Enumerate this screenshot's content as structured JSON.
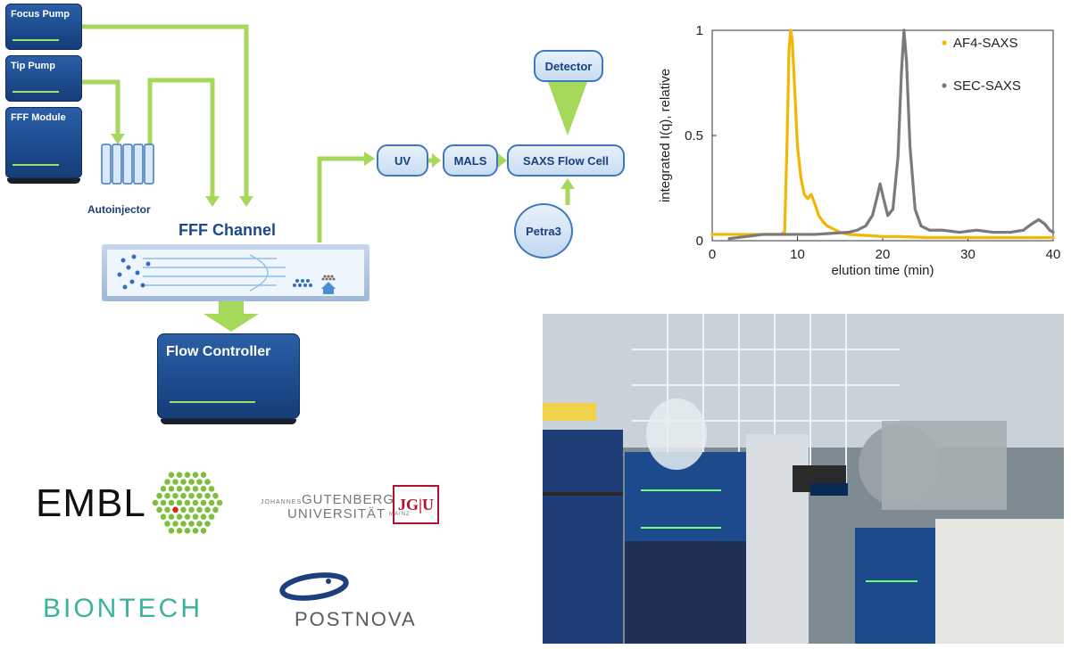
{
  "schematic": {
    "focus_pump": "Focus Pump",
    "tip_pump": "Tip Pump",
    "fff_module": "FFF Module",
    "autoinjector": "Autoinjector",
    "fff_channel": "FFF Channel",
    "flow_controller": "Flow Controller",
    "uv": "UV",
    "mals": "MALS",
    "saxs_flow_cell": "SAXS Flow Cell",
    "detector": "Detector",
    "petra3": "Petra3"
  },
  "colors": {
    "module_blue": "#1c4a8c",
    "arrow_green": "#9bd34a",
    "af4_series": "#f2b705",
    "sec_series": "#7a7a7a"
  },
  "logos": {
    "embl": "EMBL",
    "gutenberg_prefix": "JOHANNES",
    "gutenberg_line1": "GUTENBERG",
    "gutenberg_line2": "UNIVERSITÄT",
    "gutenberg_suffix": "MAINZ",
    "jgu_badge": "JG|U",
    "biontech": "BIONTECH",
    "postnova": "POSTNOVA"
  },
  "chart_data": {
    "type": "scatter",
    "title": "",
    "xlabel": "elution time (min)",
    "ylabel": "integrated I(q), relative",
    "xlim": [
      0,
      40
    ],
    "ylim": [
      0,
      1
    ],
    "x_ticks": [
      "0",
      "10",
      "20",
      "30",
      "40"
    ],
    "y_ticks": [
      "0",
      "0.5",
      "1"
    ],
    "legend_position": "top-right",
    "grid": false,
    "series": [
      {
        "name": "AF4-SAXS",
        "points": [
          [
            0,
            0.03
          ],
          [
            2,
            0.03
          ],
          [
            4,
            0.03
          ],
          [
            6,
            0.03
          ],
          [
            7,
            0.03
          ],
          [
            8,
            0.03
          ],
          [
            8.5,
            0.04
          ],
          [
            8.8,
            0.5
          ],
          [
            9.0,
            0.9
          ],
          [
            9.2,
            1.0
          ],
          [
            9.4,
            0.95
          ],
          [
            9.7,
            0.7
          ],
          [
            10.0,
            0.45
          ],
          [
            10.4,
            0.3
          ],
          [
            10.8,
            0.22
          ],
          [
            11.2,
            0.2
          ],
          [
            11.6,
            0.22
          ],
          [
            12.0,
            0.18
          ],
          [
            12.5,
            0.12
          ],
          [
            13.0,
            0.09
          ],
          [
            13.5,
            0.07
          ],
          [
            14.0,
            0.06
          ],
          [
            15,
            0.04
          ],
          [
            16,
            0.03
          ],
          [
            18,
            0.025
          ],
          [
            20,
            0.02
          ],
          [
            22,
            0.02
          ],
          [
            25,
            0.015
          ],
          [
            28,
            0.015
          ],
          [
            30,
            0.015
          ],
          [
            33,
            0.015
          ],
          [
            35,
            0.015
          ],
          [
            38,
            0.015
          ],
          [
            40,
            0.015
          ]
        ]
      },
      {
        "name": "SEC-SAXS",
        "points": [
          [
            2,
            0.01
          ],
          [
            4,
            0.02
          ],
          [
            6,
            0.03
          ],
          [
            8,
            0.03
          ],
          [
            10,
            0.03
          ],
          [
            12,
            0.03
          ],
          [
            14,
            0.035
          ],
          [
            16,
            0.04
          ],
          [
            17,
            0.05
          ],
          [
            18,
            0.07
          ],
          [
            18.8,
            0.12
          ],
          [
            19.3,
            0.2
          ],
          [
            19.7,
            0.27
          ],
          [
            20.1,
            0.2
          ],
          [
            20.6,
            0.12
          ],
          [
            21.2,
            0.15
          ],
          [
            21.8,
            0.4
          ],
          [
            22.2,
            0.8
          ],
          [
            22.5,
            1.0
          ],
          [
            22.8,
            0.85
          ],
          [
            23.2,
            0.45
          ],
          [
            23.8,
            0.15
          ],
          [
            24.5,
            0.07
          ],
          [
            25.5,
            0.05
          ],
          [
            27,
            0.05
          ],
          [
            29,
            0.04
          ],
          [
            31,
            0.05
          ],
          [
            33,
            0.04
          ],
          [
            35,
            0.04
          ],
          [
            36.5,
            0.05
          ],
          [
            37.5,
            0.08
          ],
          [
            38.3,
            0.1
          ],
          [
            39,
            0.08
          ],
          [
            39.6,
            0.05
          ],
          [
            40,
            0.04
          ]
        ]
      }
    ]
  }
}
